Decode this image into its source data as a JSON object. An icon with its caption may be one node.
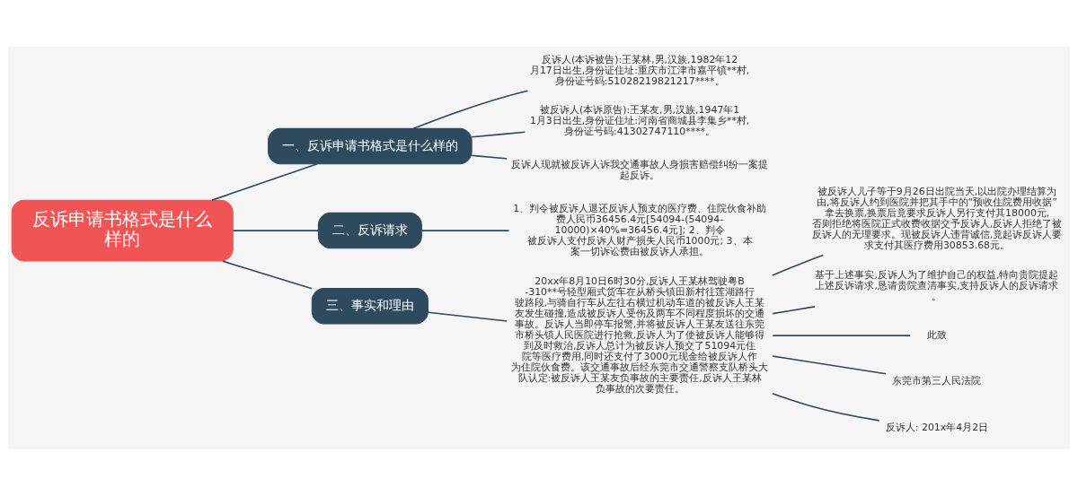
{
  "diagram": {
    "nodes": [
      {
        "text": [
          "反诉申请书格式是什么样的"
        ]
      },
      {
        "text": [
          "一、反诉申请书格式是什么样的"
        ]
      },
      {
        "text": [
          "反诉人(本诉被告):王某林,男,汉族,1982年12月17日出生,身份证住址:重庆市江津市嘉平镇**村,身份证号码:51028219821217****。"
        ]
      },
      {
        "text": [
          "被反诉人(本诉原告):王某友,男,汉族,1947年11月3日出生,身份证住址:河南省商城县李集乡**村,身份证号码:41302747110****。"
        ]
      },
      {
        "text": [
          "反诉人现就被反诉人诉我交通事故人身损害赔偿纠纷一案提起反诉。"
        ]
      },
      {
        "text": [
          "二、反诉请求"
        ]
      },
      {
        "text": [
          "1、判令被反诉人退还反诉人预支的医疗费、住院伙食补助费人民币36456.4元[54094-(54094-10000)×40%=36456.4元]; 2、判令被反诉人支付反诉人财产损失人民币1000元; 3、本案一切诉讼费由被反诉人承担。"
        ]
      },
      {
        "text": [
          "三、事实和理由"
        ]
      },
      {
        "text": [
          "20xx年8月10日6时30分,反诉人王某林驾驶粤B-310**号轻型厢式货车在从桥头镇田新村往莲湖路行驶路段,与骑自行车从左往右横过机动车道的被反诉人王某友发生碰撞,造成被反诉人受伤及两车不同程度损坏的交通事故。反诉人当即停车报警,并将被反诉人王某友送往东莞市桥头镇人民医院进行抢救,反诉人为了使被反诉人能够得到及时救治,反诉人总计为被反诉人预交了51094元住院等医疗费用,同时还支付了3000元现金给被反诉人作为住院伙食费。该交通事故后经东莞市交通警察支队桥头大队认定:被反诉人王某友负事故的主要责任,反诉人王某林负事故的次要责任。"
        ]
      },
      {
        "text": [
          "被反诉人儿子等于9月26日出院当天,以出院办理结算为由,将反诉人约到医院并把其手中的“预收住院费用收据”拿去换票,换票后竟要求反诉人另行支付其18000元,否则拒绝将医院正式收费收据交予反诉人,反诉人拒绝了被反诉人的无理要求。现被反诉人违背诚信,竟起诉反诉人要求支付其医疗费用30853.68元。"
        ]
      },
      {
        "text": [
          "基于上述事实,反诉人为了维护自己的权益,特向贵院提起上述反诉请求,恳请贵院查清事实,支持反诉人的反诉请求。"
        ]
      },
      {
        "text": [
          "此致"
        ]
      },
      {
        "text": [
          "东莞市第三人民法院"
        ]
      },
      {
        "text": [
          "反诉人: 201x年4月2日"
        ]
      }
    ],
    "edges": [
      {
        "from": 0,
        "to": 1,
        "arrow": "none"
      },
      {
        "from": 1,
        "to": 2,
        "arrow": "none"
      },
      {
        "from": 1,
        "to": 3,
        "arrow": "none"
      },
      {
        "from": 1,
        "to": 4,
        "arrow": "none"
      },
      {
        "from": 0,
        "to": 5,
        "arrow": "none"
      },
      {
        "from": 5,
        "to": 6,
        "arrow": "none"
      },
      {
        "from": 0,
        "to": 7,
        "arrow": "none"
      },
      {
        "from": 7,
        "to": 8,
        "arrow": "none"
      },
      {
        "from": 8,
        "to": 9,
        "arrow": "none"
      },
      {
        "from": 8,
        "to": 10,
        "arrow": "none"
      },
      {
        "from": 8,
        "to": 11,
        "arrow": "none"
      },
      {
        "from": 8,
        "to": 12,
        "arrow": "none"
      },
      {
        "from": 8,
        "to": 13,
        "arrow": "none"
      }
    ]
  }
}
